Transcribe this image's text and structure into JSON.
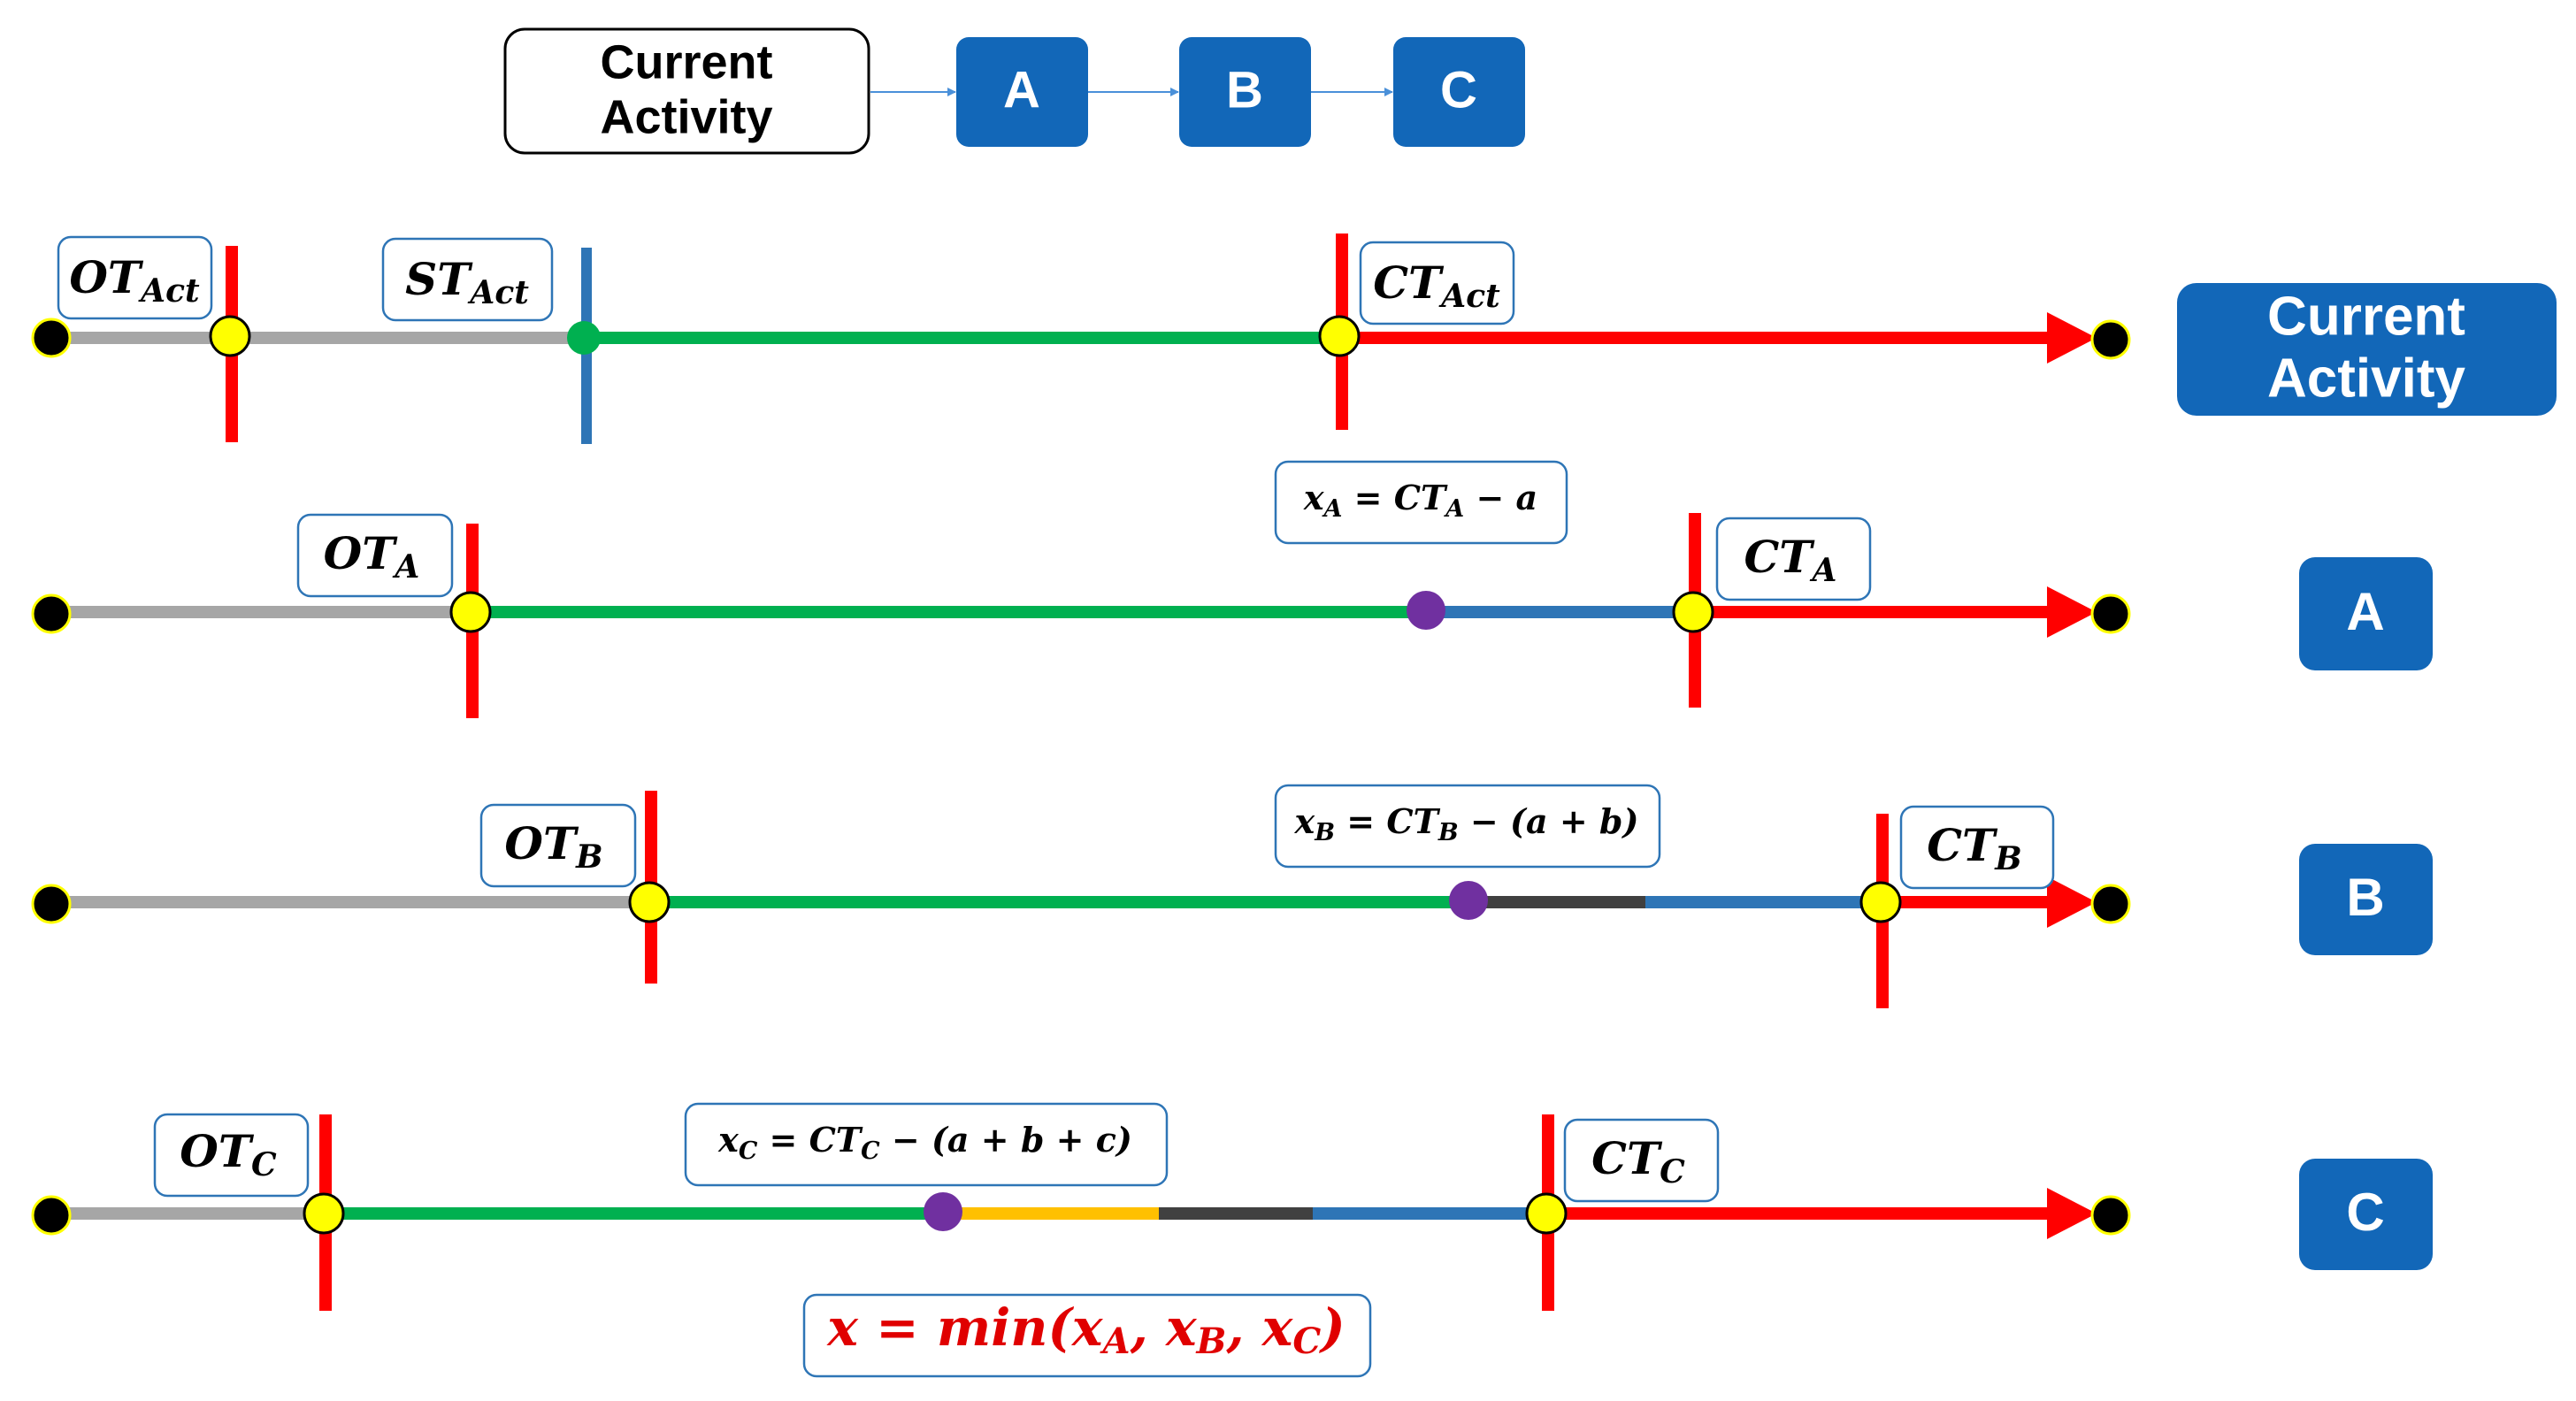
{
  "flow": {
    "current_label_line1": "Current",
    "current_label_line2": "Activity",
    "a": "A",
    "b": "B",
    "c": "C"
  },
  "tags": {
    "current_line1": "Current",
    "current_line2": "Activity",
    "a": "A",
    "b": "B",
    "c": "C"
  },
  "labels": {
    "ot_act_main": "OT",
    "ot_act_sub": "Act",
    "st_act_main": "ST",
    "st_act_sub": "Act",
    "ct_act_main": "CT",
    "ct_act_sub": "Act",
    "ot_a_main": "OT",
    "ot_a_sub": "A",
    "ct_a_main": "CT",
    "ct_a_sub": "A",
    "ot_b_main": "OT",
    "ot_b_sub": "B",
    "ct_b_main": "CT",
    "ct_b_sub": "B",
    "ot_c_main": "OT",
    "ot_c_sub": "C",
    "ct_c_main": "CT",
    "ct_c_sub": "C"
  },
  "formulas": {
    "xa": {
      "x": "x",
      "xsub": "A",
      "eq": " = ",
      "ct": "CT",
      "ctsub": "A",
      "rest": " − a"
    },
    "xb": {
      "x": "x",
      "xsub": "B",
      "eq": " = ",
      "ct": "CT",
      "ctsub": "B",
      "rest": " − (a + b)"
    },
    "xc": {
      "x": "x",
      "xsub": "C",
      "eq": " = ",
      "ct": "CT",
      "ctsub": "C",
      "rest": " − (a + b + c)"
    },
    "min": {
      "lhs": "x = min(",
      "x1": "x",
      "s1": "A",
      "sep1": ", ",
      "x2": "x",
      "s2": "B",
      "sep2": ", ",
      "x3": "x",
      "s3": "C",
      "end": ")"
    }
  },
  "colors": {
    "brand_blue": "#1267b8",
    "gray_segment": "#a6a6a6",
    "green_segment": "#00b050",
    "blue_segment": "#2e75b6",
    "dark_segment": "#404040",
    "orange_segment": "#ffc000",
    "red_line": "#ff0000",
    "yellow_marker": "#ffff00",
    "purple_marker": "#7030a0"
  }
}
